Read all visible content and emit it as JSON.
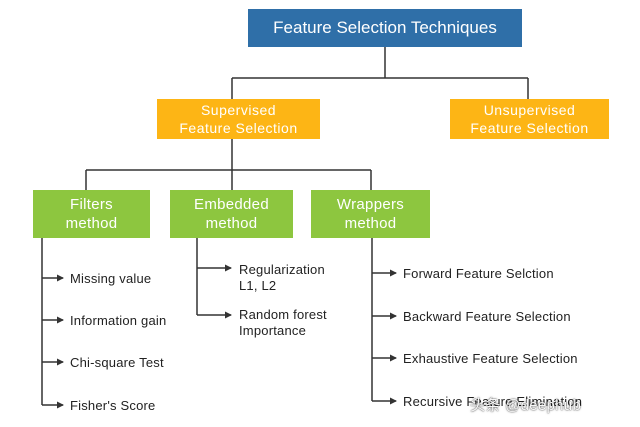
{
  "root": "Feature Selection Techniques",
  "supervised": [
    "Supervised",
    "Feature Selection"
  ],
  "unsupervised": [
    "Unsupervised",
    "Feature Selection"
  ],
  "filters": {
    "title": [
      "Filters",
      "method"
    ],
    "items": [
      "Missing value",
      "Information gain",
      "Chi-square Test",
      "Fisher's Score"
    ]
  },
  "embedded": {
    "title": [
      "Embedded",
      "method"
    ],
    "items": [
      [
        "Regularization",
        "L1, L2"
      ],
      [
        "Random forest",
        "Importance"
      ]
    ]
  },
  "wrappers": {
    "title": [
      "Wrappers",
      "method"
    ],
    "items": [
      "Forward Feature Selction",
      "Backward Feature Selection",
      "Exhaustive Feature Selection",
      "Recursive Feature Elimination"
    ]
  },
  "watermark": "头条 @deephub",
  "colors": {
    "root": "#2f6fa8",
    "category": "#fdb515",
    "method": "#8dc63f",
    "line": "#333333"
  }
}
